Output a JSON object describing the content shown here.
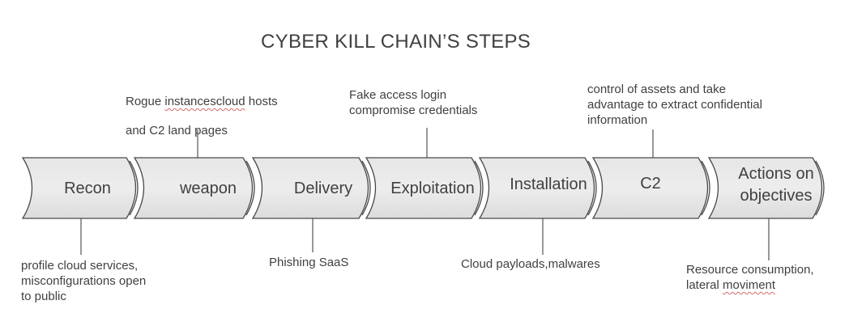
{
  "title": "CYBER KILL CHAIN’S STEPS",
  "steps": [
    {
      "label": "Recon"
    },
    {
      "label": "weapon"
    },
    {
      "label": "Delivery"
    },
    {
      "label": "Exploitation"
    },
    {
      "label": "Installation"
    },
    {
      "label": "C2"
    },
    {
      "label_line1": "Actions on",
      "label_line2": "objectives"
    }
  ],
  "notes": {
    "weapon": {
      "line1_pre": "Rogue ",
      "line1_wavy": "instancescloud",
      "line1_post": " hosts",
      "line2": "and C2 land pages"
    },
    "exploitation": {
      "line1": "Fake access login",
      "line2": "compromise credentials"
    },
    "c2": {
      "line1": "control of assets and take",
      "line2": "advantage to extract confidential",
      "line3": "information"
    },
    "recon": {
      "line1": "profile cloud services,",
      "line2": "misconfigurations open",
      "line3": "to public"
    },
    "delivery": {
      "line1": "Phishing SaaS"
    },
    "installation": {
      "line1": "Cloud payloads,malwares"
    },
    "actions": {
      "line1": "Resource consumption,",
      "line2_pre": "lateral ",
      "line2_wavy": "moviment"
    }
  }
}
